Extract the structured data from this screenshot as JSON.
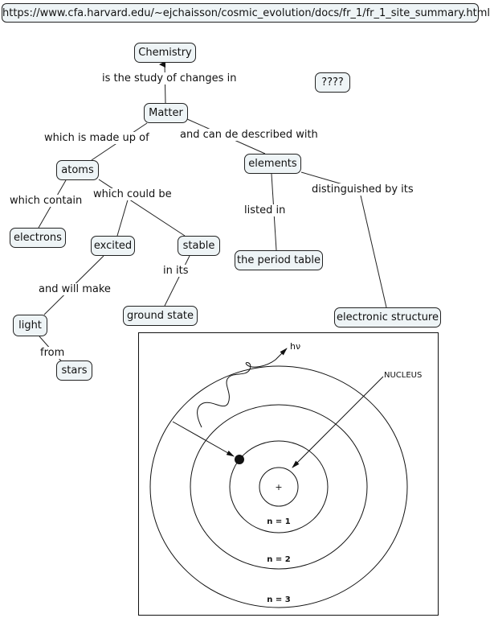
{
  "url_box": {
    "text": "https://www.cfa.harvard.edu/~ejchaisson/cosmic_evolution/docs/fr_1/fr_1_site_summary.html"
  },
  "concept_map": {
    "nodes": {
      "chemistry": "Chemistry",
      "matter": "Matter",
      "unknown": "????",
      "atoms": "atoms",
      "elements": "elements",
      "electrons": "electrons",
      "excited": "excited",
      "stable": "stable",
      "period_table": "the period table",
      "ground_state": "ground state",
      "electronic_structure": "electronic structure",
      "light": "light",
      "stars": "stars"
    },
    "links": {
      "study_of": "is the study of changes in",
      "made_up_of": "which is made up of",
      "described_with": "and can de described with",
      "contain": "which contain",
      "could_be": "which could be",
      "listed_in": "listed in",
      "distinguished_by": "distinguished by its",
      "will_make": "and will make",
      "in_its": "in its",
      "from": "from"
    }
  },
  "bohr_diagram": {
    "photon_label": "hν",
    "nucleus_label": "NUCLEUS",
    "nucleus_symbol": "+",
    "orbits": [
      "n = 1",
      "n = 2",
      "n = 3"
    ]
  },
  "colors": {
    "node_fill": "#eef4f6",
    "stroke": "#222222"
  }
}
